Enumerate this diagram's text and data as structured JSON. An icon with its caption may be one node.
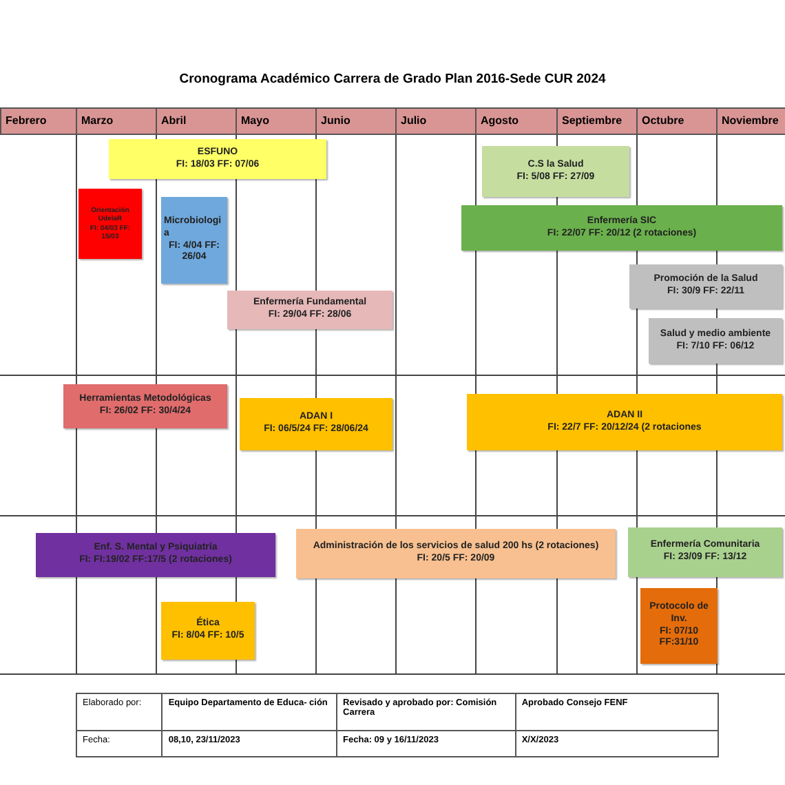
{
  "diagram": {
    "title": "Cronograma Académico Carrera de Grado Plan 2016-Sede CUR 2024",
    "nodes": [
      {
        "text": [
          "ESFUNO",
          "FI: 18/03  FF: 07/06"
        ]
      },
      {
        "text": [
          "Orientación UdelaR",
          "FI: 04/03 FF: 15/03"
        ]
      },
      {
        "text": [
          "Microbiologia",
          "FI: 4/04 FF: 26/04"
        ]
      },
      {
        "text": [
          "Enfermería Fundamental",
          "FI: 29/04 FF: 28/06"
        ]
      },
      {
        "text": [
          "C.S  la Salud",
          "FI: 5/08  FF: 27/09"
        ]
      },
      {
        "text": [
          "Enfermería SIC",
          "FI: 22/07 FF: 20/12  (2 rotaciones)"
        ]
      },
      {
        "text": [
          "Promoción de la Salud",
          "FI: 30/9    FF: 22/11"
        ]
      },
      {
        "text": [
          "Salud y medio ambiente",
          "FI: 7/10    FF: 06/12"
        ]
      },
      {
        "text": [
          "Herramientas Metodológicas",
          "FI: 26/02     FF: 30/4/24"
        ]
      },
      {
        "text": [
          "ADAN I",
          "FI: 06/5/24   FF: 28/06/24"
        ]
      },
      {
        "text": [
          "ADAN II",
          "FI: 22/7  FF: 20/12/24  (2 rotaciones"
        ]
      },
      {
        "text": [
          "Enf. S. Mental y Psiquiatría",
          "FI: FI:19/02 FF:17/5  (2 rotaciones)"
        ]
      },
      {
        "text": [
          "Administración de los servicios de salud 200 hs (2 rotaciones)",
          "FI: 20/5   FF: 20/09"
        ]
      },
      {
        "text": [
          "Enfermería Comunitaria",
          "FI: 23/09  FF: 13/12"
        ]
      },
      {
        "text": [
          "Ética",
          "FI: 8/04 FF: 10/5"
        ]
      },
      {
        "text": [
          "Protocolo de Inv.",
          "FI: 07/10 FF:31/10"
        ]
      }
    ],
    "labels": [
      "Febrero",
      "Marzo",
      "Abril",
      "Mayo",
      "Junio",
      "Julio",
      "Agosto",
      "Septiembre",
      "Octubre",
      "Noviembre",
      "Elaborado por:",
      "Equipo Departamento de Educa- ción",
      "Revisado y aprobado por: Comisión Carrera",
      "Aprobado Consejo FENF",
      "Fecha:",
      "08,10, 23/11/2023",
      "Fecha: 09 y 16/11/2023",
      "X/X/2023"
    ]
  }
}
